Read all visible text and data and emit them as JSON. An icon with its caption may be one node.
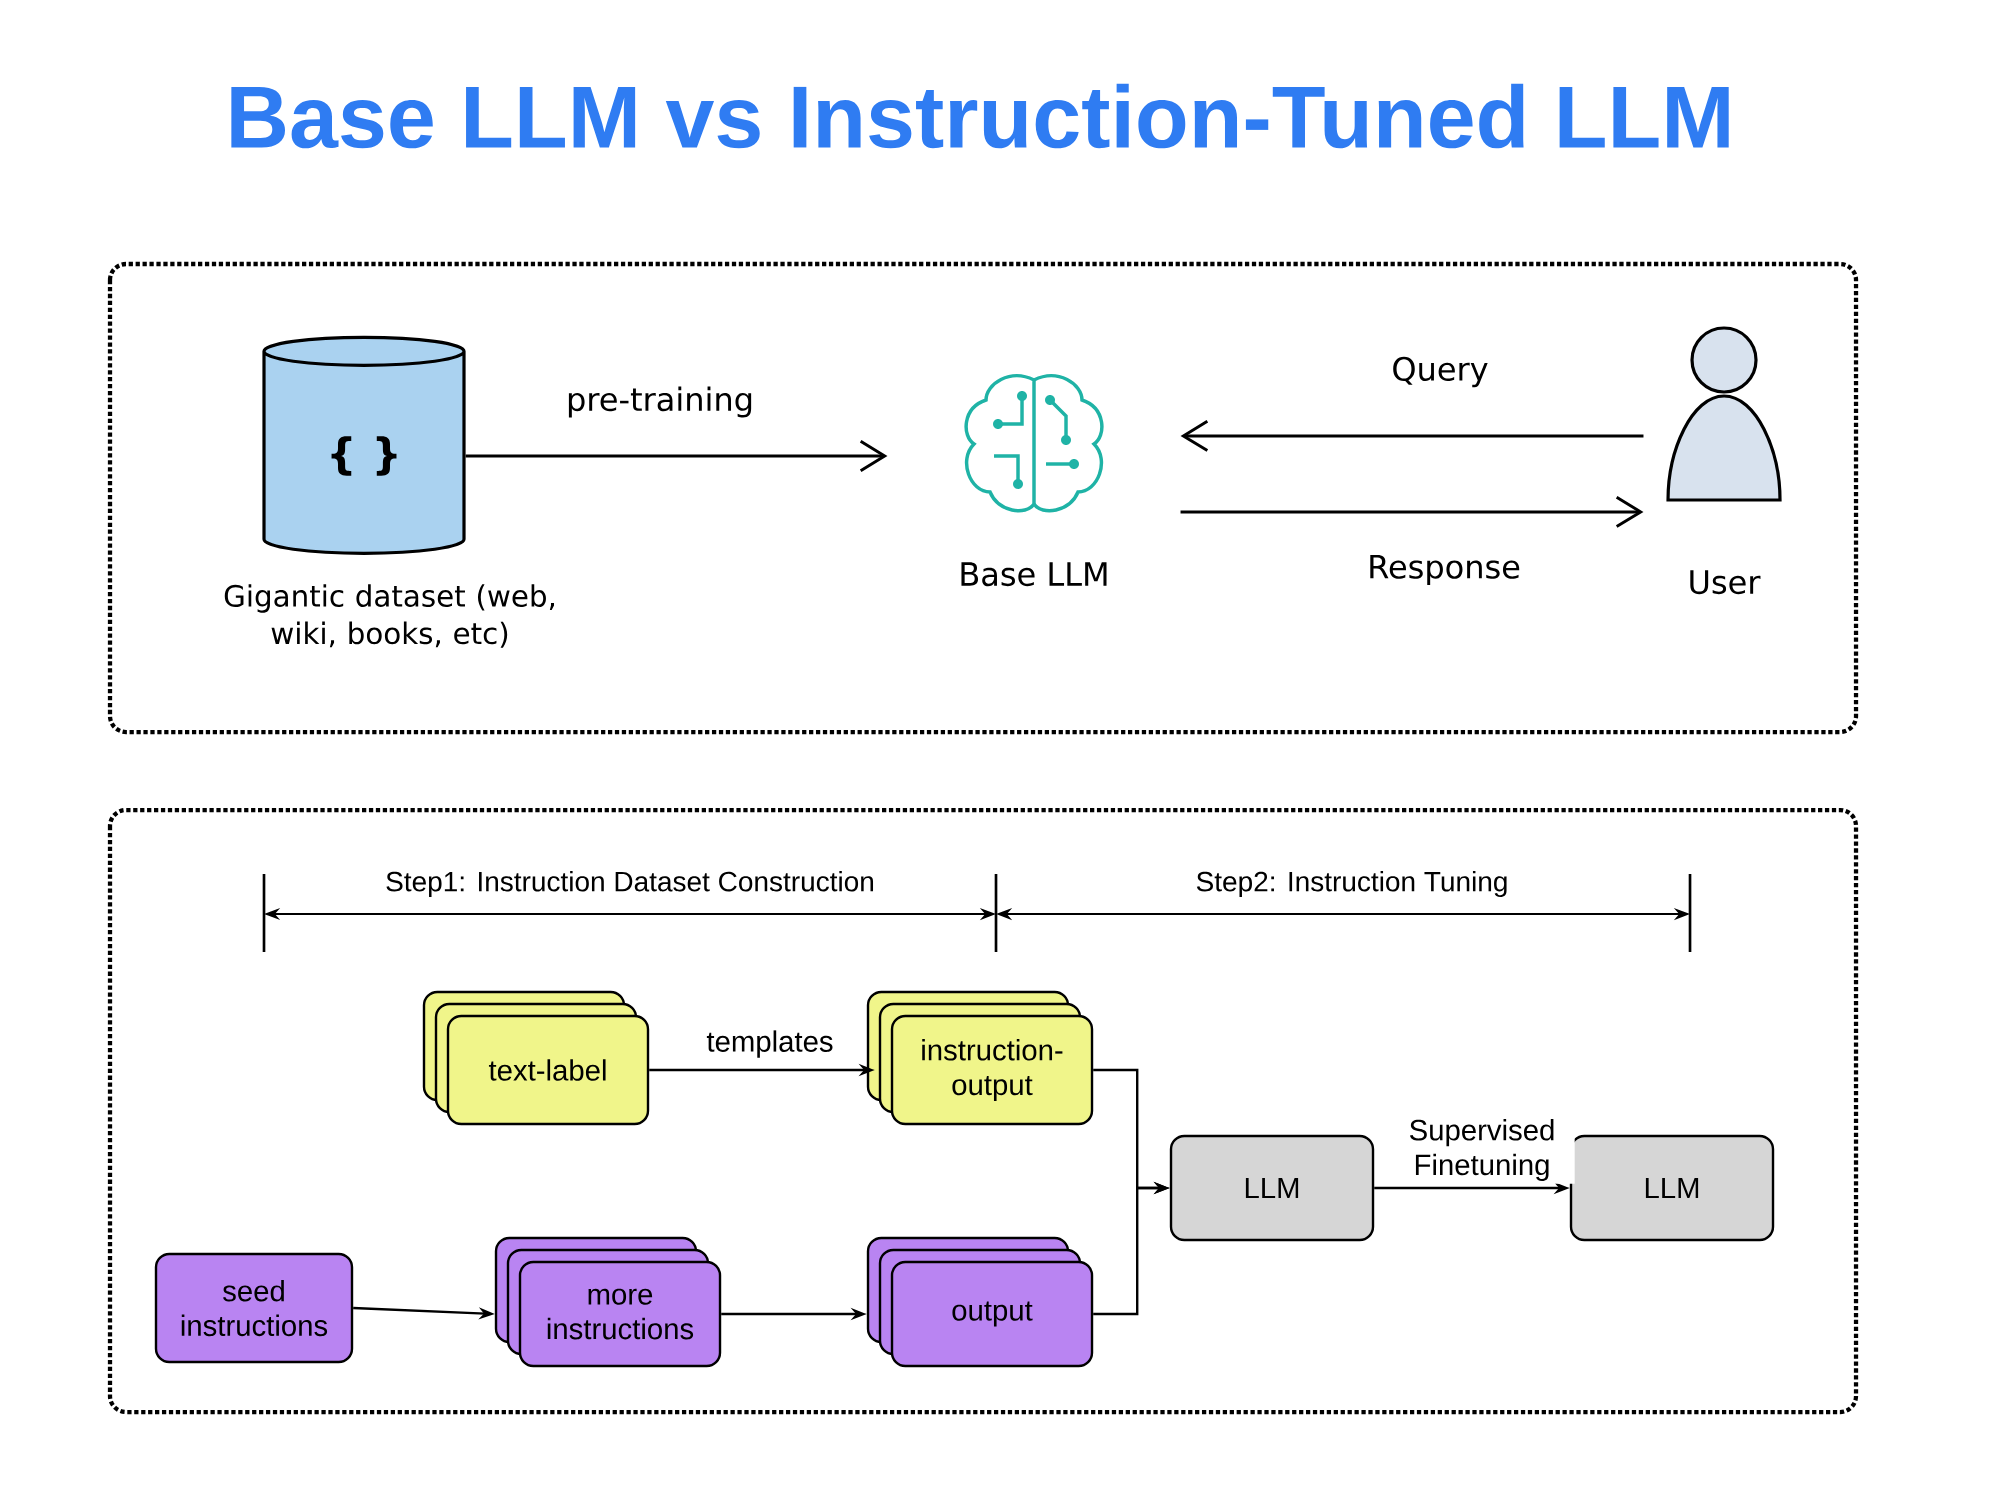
{
  "diagram": {
    "title": "Base LLM vs Instruction-Tuned LLM",
    "nodes": [
      {
        "text": [
          "{ }",
          "Gigantic dataset (web, wiki, books, etc)"
        ]
      },
      {
        "text": [
          "Base LLM"
        ]
      },
      {
        "text": [
          "User"
        ]
      },
      {
        "text": [
          "text-label"
        ]
      },
      {
        "text": [
          "instruction-output"
        ]
      },
      {
        "text": [
          "seed instructions"
        ]
      },
      {
        "text": [
          "more instructions"
        ]
      },
      {
        "text": [
          "output"
        ]
      },
      {
        "text": [
          "LLM"
        ]
      },
      {
        "text": [
          "LLM"
        ]
      }
    ],
    "edges": [
      {
        "from": 0,
        "to": 1,
        "arrow": "to",
        "label": "pre-training"
      },
      {
        "from": 2,
        "to": 1,
        "arrow": "to",
        "label": "Query"
      },
      {
        "from": 1,
        "to": 2,
        "arrow": "to",
        "label": "Response"
      },
      {
        "from": 3,
        "to": 4,
        "arrow": "to",
        "label": "templates"
      },
      {
        "from": 5,
        "to": 6,
        "arrow": "to"
      },
      {
        "from": 6,
        "to": 7,
        "arrow": "to"
      },
      {
        "from": 4,
        "to": 8,
        "arrow": "to"
      },
      {
        "from": 7,
        "to": 8,
        "arrow": "to"
      },
      {
        "from": 8,
        "to": 9,
        "arrow": "to",
        "label": "Supervised Finetuning"
      }
    ],
    "labels": [
      "Step1: Instruction Dataset Construction",
      "Step2: Instruction Tuning"
    ]
  }
}
